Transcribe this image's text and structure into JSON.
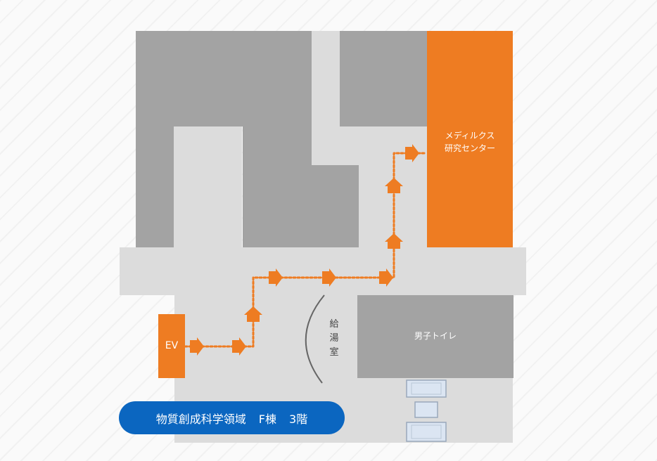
{
  "map": {
    "colors": {
      "background": "#fafafa",
      "building": "#a3a3a3",
      "corridor": "#dcdcdc",
      "destination": "#ee7c22",
      "route": "#ee7c22",
      "elevator": "#ee7c22",
      "badge": "#0b66c0",
      "label_dark": "#444444",
      "label_light": "#ffffff",
      "fixture_fill": "#dbe5f2",
      "fixture_stroke": "#9aa8bb"
    },
    "labels": {
      "elevator": "EV",
      "destination_line1": "メディルクス",
      "destination_line2": "研究センター",
      "toilet": "男子トイレ",
      "kitchenette_1": "給",
      "kitchenette_2": "湯",
      "kitchenette_3": "室"
    },
    "badge": {
      "building_name": "物質創成科学領域",
      "wing": "F棟",
      "floor": "3階"
    },
    "route": {
      "style": "dotted-with-arrows",
      "from": "EV",
      "to": "メディルクス研究センター"
    }
  }
}
